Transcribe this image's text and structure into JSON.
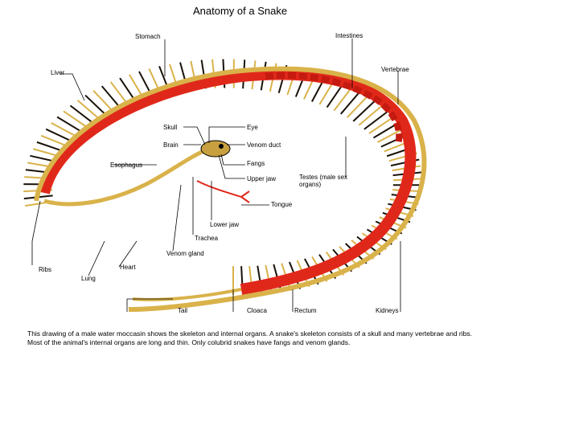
{
  "title": "Anatomy of a Snake",
  "labels": {
    "stomach": "Stomach",
    "intestines": "Intestines",
    "liver": "Liver",
    "vertebrae": "Vertebrae",
    "skull": "Skull",
    "eye": "Eye",
    "brain": "Brain",
    "venom_duct": "Venom duct",
    "fangs": "Fangs",
    "esophagus": "Esophagus",
    "upper_jaw": "Upper jaw",
    "testes": "Testes (male sex organs)",
    "tongue": "Tongue",
    "lower_jaw": "Lower jaw",
    "trachea": "Trachea",
    "venom_gland": "Venom gland",
    "ribs": "Ribs",
    "heart": "Heart",
    "lung": "Lung",
    "tail": "Tail",
    "cloaca": "Cloaca",
    "rectum": "Rectum",
    "kidneys": "Kidneys"
  },
  "caption": "This drawing of a male water moccasin shows the skeleton and internal organs. A snake's skeleton consists of a skull and many vertebrae and ribs. Most of the animal's internal organs are long and thin. Only colubrid snakes have fangs and venom glands.",
  "colors": {
    "organ": "#e0281a",
    "bone": "#d9b24a",
    "rib_dark": "#1a1208",
    "line": "#000000"
  }
}
